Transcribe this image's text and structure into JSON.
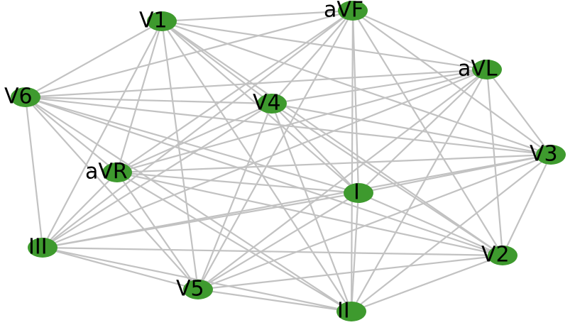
{
  "graph": {
    "nodes": [
      {
        "id": "V1",
        "label": "V1"
      },
      {
        "id": "aVF",
        "label": "aVF"
      },
      {
        "id": "aVL",
        "label": "aVL"
      },
      {
        "id": "V6",
        "label": "V6"
      },
      {
        "id": "V4",
        "label": "V4"
      },
      {
        "id": "V3",
        "label": "V3"
      },
      {
        "id": "aVR",
        "label": "aVR"
      },
      {
        "id": "I",
        "label": "I"
      },
      {
        "id": "III",
        "label": "III"
      },
      {
        "id": "V2",
        "label": "V2"
      },
      {
        "id": "V5",
        "label": "V5"
      },
      {
        "id": "II",
        "label": "II"
      }
    ],
    "edges": "complete",
    "colors": {
      "node": "#3e9a2e",
      "edge": "#c2c2c2",
      "label": "#000000",
      "background": "#ffffff"
    }
  }
}
